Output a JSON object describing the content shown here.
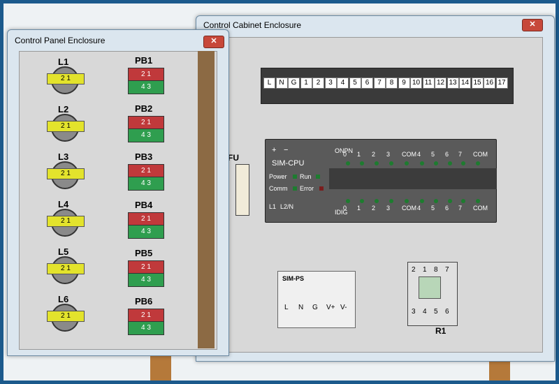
{
  "left_window": {
    "title": "Control Panel Enclosure",
    "lamps": [
      "L1",
      "L2",
      "L3",
      "L4",
      "L5",
      "L6"
    ],
    "lamp_terminals": [
      "2",
      "1"
    ],
    "pushbuttons": [
      "PB1",
      "PB2",
      "PB3",
      "PB4",
      "PB5",
      "PB6"
    ],
    "pb_top": "2 1",
    "pb_bottom": "4 3"
  },
  "right_window": {
    "title": "Control Cabinet Enclosure",
    "terminal_strip": [
      "L",
      "N",
      "G",
      "1",
      "2",
      "3",
      "4",
      "5",
      "6",
      "7",
      "8",
      "9",
      "10",
      "11",
      "12",
      "13",
      "14",
      "15",
      "16",
      "17"
    ],
    "fuse_label": "FU",
    "cpu": {
      "label": "SIM-CPU",
      "plus": "+",
      "minus": "−",
      "power": "Power",
      "run": "Run",
      "comm": "Comm",
      "error": "Error",
      "l1": "L1",
      "l2n": "L2/N",
      "onpn": "ONPN",
      "idig": "IDIG",
      "outputs": [
        "0",
        "1",
        "2",
        "3",
        "COM",
        "4",
        "5",
        "6",
        "7",
        "COM"
      ],
      "inputs": [
        "0",
        "1",
        "2",
        "3",
        "COM",
        "4",
        "5",
        "6",
        "7",
        "COM"
      ]
    },
    "ps": {
      "label": "SIM-PS",
      "terminals": [
        "L",
        "N",
        "G",
        "V+",
        "V-"
      ]
    },
    "relay": {
      "label": "R1",
      "top_pins": [
        "2",
        "1",
        "8",
        "7"
      ],
      "bottom_pins": [
        "3",
        "4",
        "5",
        "6"
      ]
    }
  },
  "colors": {
    "background": "#1c5a8c",
    "lamp_yellow": "#e3e32c",
    "pb_red": "#c0393b",
    "pb_green": "#2f9e4f",
    "wire_red": "#8a1a1a",
    "wire_black": "#222222"
  }
}
